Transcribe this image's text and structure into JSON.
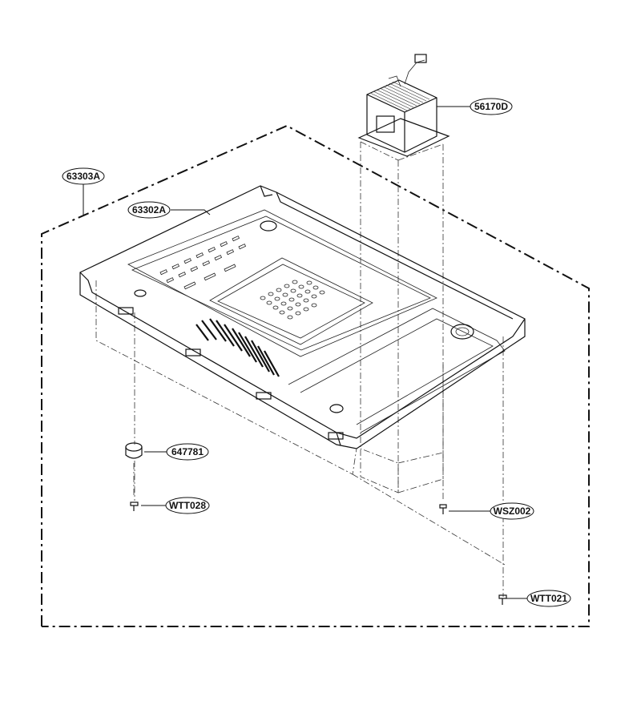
{
  "callouts": [
    {
      "id": "transformer",
      "label": "56170D"
    },
    {
      "id": "cabinet-outline",
      "label": "63303A"
    },
    {
      "id": "base-plate",
      "label": "63302A"
    },
    {
      "id": "foot",
      "label": "647781"
    },
    {
      "id": "foot-screw",
      "label": "WTT028"
    },
    {
      "id": "transformer-screw",
      "label": "WSZ002"
    },
    {
      "id": "base-screw",
      "label": "WTT021"
    }
  ]
}
